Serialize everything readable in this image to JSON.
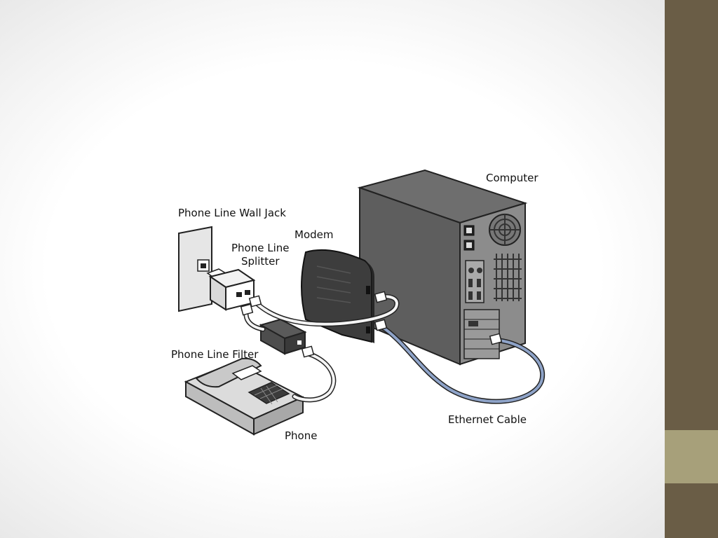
{
  "labels": {
    "computer": "Computer",
    "wall_jack": "Phone Line Wall Jack",
    "modem": "Modem",
    "splitter_line1": "Phone Line",
    "splitter_line2": "Splitter",
    "filter": "Phone Line Filter",
    "phone": "Phone",
    "ethernet": "Ethernet Cable"
  },
  "colors": {
    "sidebar_dark": "#6a5d46",
    "sidebar_light": "#a7a07a",
    "ethernet_cable": "#8ea3c8",
    "computer_body": "#8c8c8c"
  }
}
